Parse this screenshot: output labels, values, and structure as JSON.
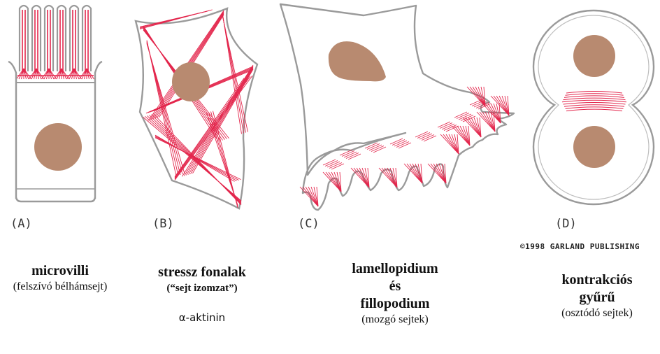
{
  "colors": {
    "outline": "#9a9a9a",
    "filament": "#e3264c",
    "nucleus": "#b88a70",
    "background": "#ffffff"
  },
  "panels": [
    {
      "label": "(A)"
    },
    {
      "label": "(B)"
    },
    {
      "label": "(C)"
    },
    {
      "label": "(D)"
    }
  ],
  "copyright": "©1998 GARLAND PUBLISHING",
  "captions": {
    "a": {
      "title": "microvilli",
      "subtitle": "(felszívó bélhámsejt)"
    },
    "b": {
      "title": "stressz fonalak",
      "subtitle": "(“sejt izomzat”)",
      "note": "α-aktinin"
    },
    "c": {
      "line1": "lamellopidium",
      "line2": "és",
      "line3": "fillopodium",
      "subtitle": "(mozgó sejtek)"
    },
    "d": {
      "line1": "kontrakciós",
      "line2": "gyűrű",
      "subtitle": "(osztódó sejtek)"
    }
  }
}
